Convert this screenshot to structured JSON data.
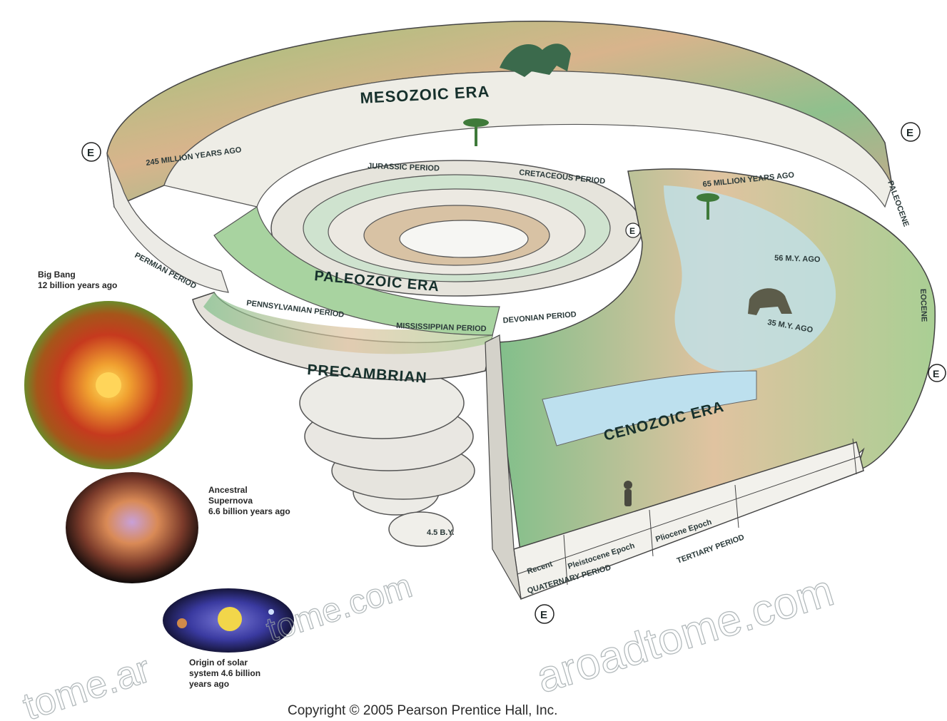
{
  "eras": {
    "mesozoic": "MESOZOIC ERA",
    "paleozoic": "PALEOZOIC ERA",
    "precambrian": "PRECAMBRIAN",
    "cenozoic": "CENOZOIC ERA"
  },
  "periods": {
    "jurassic": "JURASSIC PERIOD",
    "cretaceous": "CRETACEOUS PERIOD",
    "permian": "PERMIAN PERIOD",
    "pennsylvanian": "PENNSYLVANIAN PERIOD",
    "mississippian": "MISSISSIPPIAN PERIOD",
    "devonian": "DEVONIAN PERIOD",
    "tertiary": "TERTIARY PERIOD",
    "quaternary": "QUATERNARY PERIOD"
  },
  "epochs": {
    "paleocene": "PALEOCENE",
    "eocene": "EOCENE",
    "pleistocene": "Pleistocene Epoch",
    "pliocene": "Pliocene Epoch",
    "recent": "Recent"
  },
  "ages": {
    "m245": "245 MILLION YEARS AGO",
    "m65": "65 MILLION YEARS AGO",
    "m56": "56 M.Y. AGO",
    "m35": "35 M.Y. AGO",
    "b45": "4.5 B.Y."
  },
  "markers": {
    "e": "E"
  },
  "sidebar": {
    "big_bang_1": "Big Bang",
    "big_bang_2": "12 billion years ago",
    "supernova_1": "Ancestral",
    "supernova_2": "Supernova",
    "supernova_3": "6.6 billion years ago",
    "solar_1": "Origin of solar",
    "solar_2": "system 4.6 billion",
    "solar_3": "years ago"
  },
  "watermark": {
    "right": "aroadtome.com",
    "left": "tome.ar",
    "center": "tome.com"
  },
  "copyright": "Copyright © 2005 Pearson Prentice Hall, Inc."
}
